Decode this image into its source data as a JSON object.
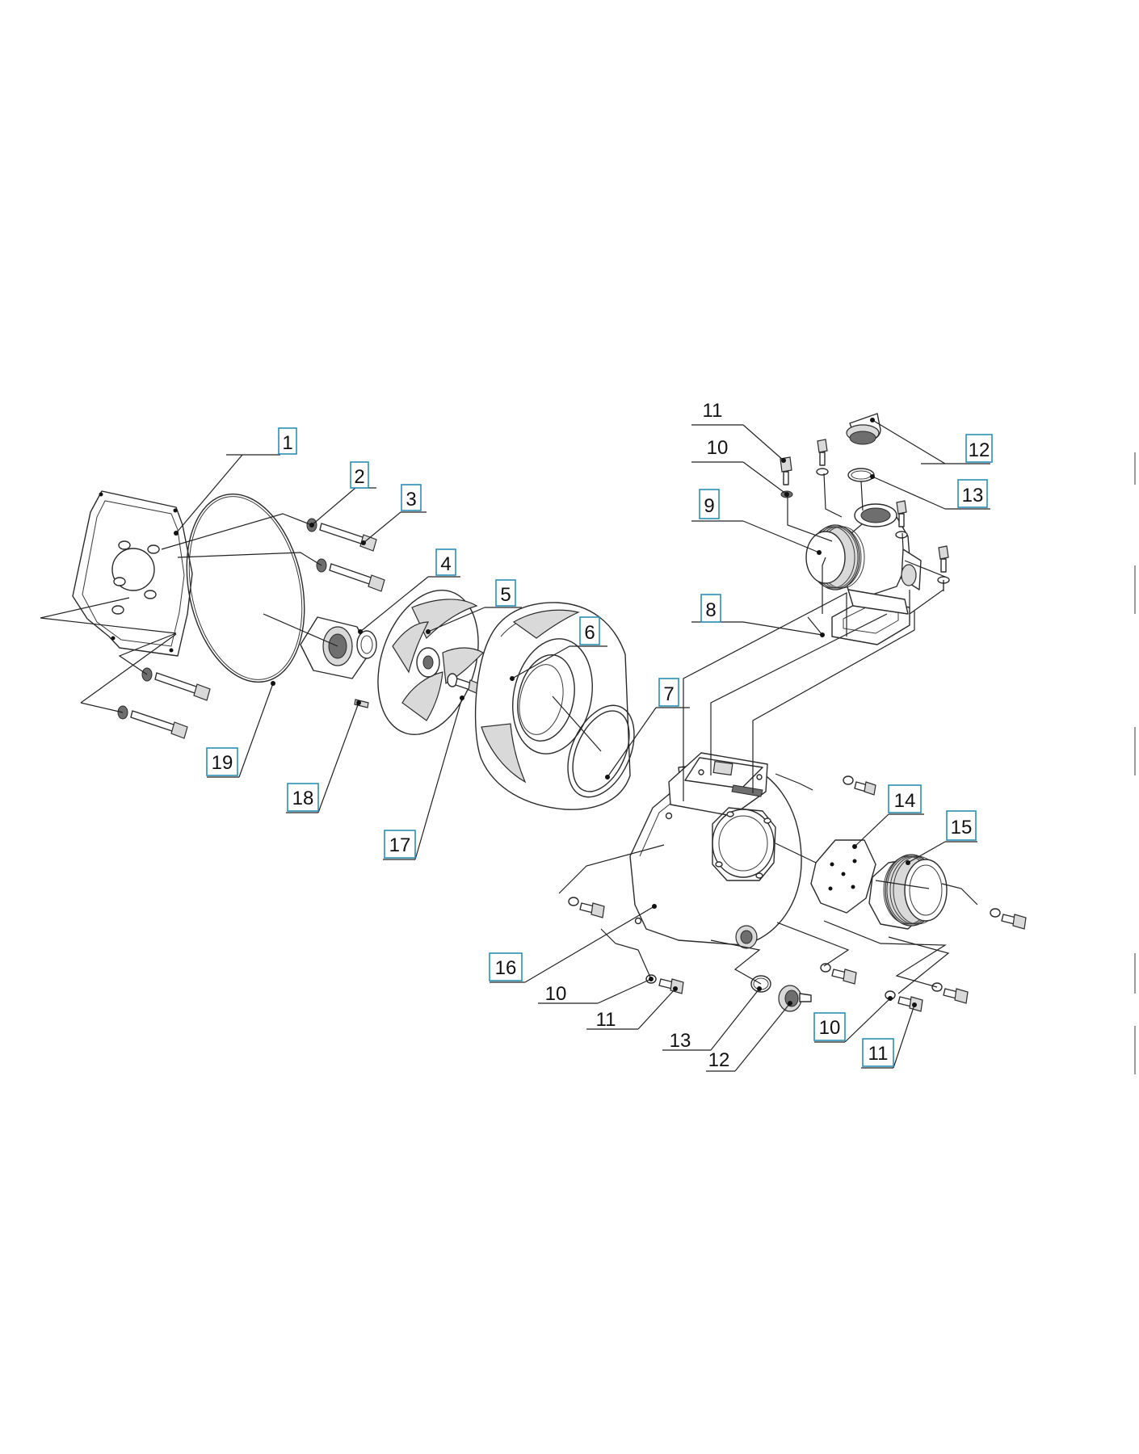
{
  "diagram": {
    "callouts": [
      {
        "id": "c1",
        "label": "1",
        "boxed": true
      },
      {
        "id": "c2",
        "label": "2",
        "boxed": true
      },
      {
        "id": "c3",
        "label": "3",
        "boxed": true
      },
      {
        "id": "c4",
        "label": "4",
        "boxed": true
      },
      {
        "id": "c5",
        "label": "5",
        "boxed": true
      },
      {
        "id": "c6",
        "label": "6",
        "boxed": true
      },
      {
        "id": "c7",
        "label": "7",
        "boxed": true
      },
      {
        "id": "c8",
        "label": "8",
        "boxed": true
      },
      {
        "id": "c9",
        "label": "9",
        "boxed": true
      },
      {
        "id": "c10a",
        "label": "10",
        "boxed": false
      },
      {
        "id": "c11a",
        "label": "11",
        "boxed": false
      },
      {
        "id": "c12a",
        "label": "12",
        "boxed": true
      },
      {
        "id": "c13a",
        "label": "13",
        "boxed": true
      },
      {
        "id": "c14",
        "label": "14",
        "boxed": true
      },
      {
        "id": "c15",
        "label": "15",
        "boxed": true
      },
      {
        "id": "c16",
        "label": "16",
        "boxed": true
      },
      {
        "id": "c17",
        "label": "17",
        "boxed": true
      },
      {
        "id": "c18",
        "label": "18",
        "boxed": true
      },
      {
        "id": "c19",
        "label": "19",
        "boxed": true
      },
      {
        "id": "c10b",
        "label": "10",
        "boxed": false
      },
      {
        "id": "c11b",
        "label": "11",
        "boxed": false
      },
      {
        "id": "c13b",
        "label": "13",
        "boxed": false
      },
      {
        "id": "c12b",
        "label": "12",
        "boxed": false
      },
      {
        "id": "c10c",
        "label": "10",
        "boxed": true
      },
      {
        "id": "c11c",
        "label": "11",
        "boxed": true
      }
    ],
    "accent_color": "#2a8fb5"
  }
}
